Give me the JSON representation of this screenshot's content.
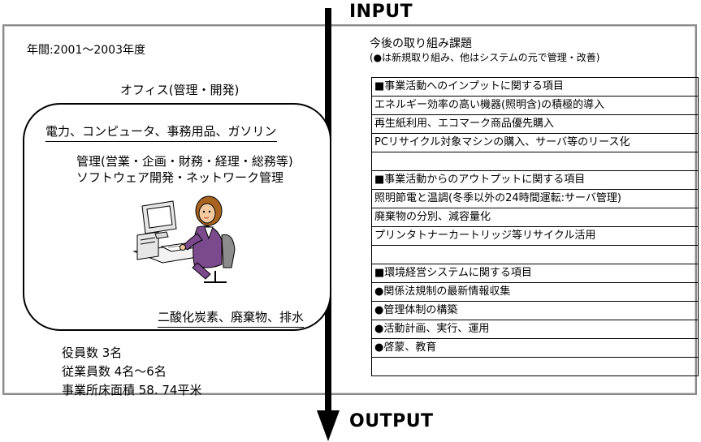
{
  "io": {
    "input": "INPUT",
    "output": "OUTPUT"
  },
  "left": {
    "period": "年間:2001～2003年度",
    "office_caption": "オフィス(管理・開発)",
    "inputs": "電力、コンピュータ、事務用品、ガソリン",
    "functions_line1": "管理(営業・企画・財務・経理・総務等)",
    "functions_line2": "ソフトウェア開発・ネットワーク管理",
    "outputs": "二酸化炭素、廃棄物、排水",
    "stats": [
      "役員数 3名",
      "従業員数 4名～6名",
      "事業所床面積 58. 74平米"
    ]
  },
  "right": {
    "title": "今後の取り組み課題",
    "subtitle": "(●は新規取り組み、他はシステムの元で管理・改善)",
    "rows": [
      "■事業活動へのインプットに関する項目",
      "エネルギー効率の高い機器(照明含)の積極的導入",
      "再生紙利用、エコマーク商品優先購入",
      "PCリサイクル対象マシンの購入、サーバ等のリース化",
      "",
      "■事業活動からのアウトプットに関する項目",
      "照明節電と温調(冬季以外の24時間運転:サーバ管理)",
      "廃棄物の分別、減容量化",
      "プリンタトナーカートリッジ等リサイクル活用",
      "",
      "■環境経営システムに関する項目",
      "●関係法規制の最新情報収集",
      "●管理体制の構築",
      "●活動計画、実行、運用",
      "●啓蒙、教育",
      ""
    ]
  },
  "colors": {
    "figure_purple": "#7b4a8c",
    "figure_hair": "#a8641e",
    "skin": "#f3c9a0",
    "computer": "#e6e6e6"
  }
}
